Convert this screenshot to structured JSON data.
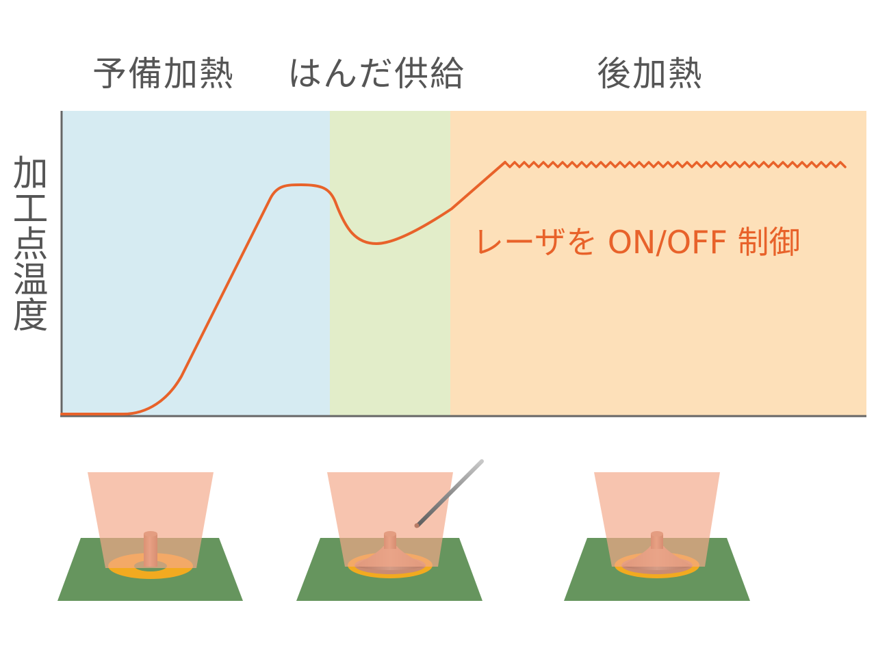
{
  "phases": {
    "preheat": "予備加熱",
    "supply": "はんだ供給",
    "post": "後加熱"
  },
  "y_axis_label": "加工点温度",
  "annotation": "レーザを ON/OFF 制御",
  "colors": {
    "preheat_bg": "#d6ebf2",
    "supply_bg": "#e2edc9",
    "post_bg": "#fde0b9",
    "curve": "#e8622a",
    "text": "#555555",
    "axis": "#666666",
    "board": "#66955e",
    "pad": "#f2aa20",
    "laser_beam": "#f3a889",
    "solder": "#c98b74",
    "wire": "#999999"
  },
  "illustrations": [
    {
      "stage": "preheat",
      "solder": false,
      "wire": false
    },
    {
      "stage": "supply",
      "solder": true,
      "wire": true
    },
    {
      "stage": "post",
      "solder": true,
      "wire": false
    }
  ]
}
